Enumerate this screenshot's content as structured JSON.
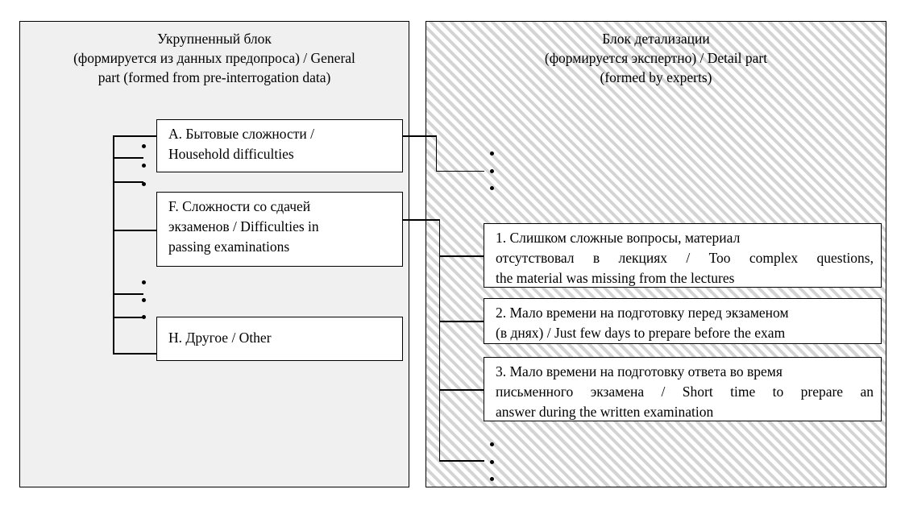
{
  "panels": {
    "general": {
      "title_lines": [
        "Укрупненный блок",
        "(формируется из данных предопроса) / General",
        "part (formed from pre-interrogation data)"
      ]
    },
    "detail": {
      "title_lines": [
        "Блок детализации",
        "(формируется экспертно) / Detail part",
        "(formed by experts)"
      ]
    }
  },
  "general_nodes": [
    {
      "id": "A",
      "lines": [
        "A. Бытовые сложности   /",
        "Household difficulties"
      ]
    },
    {
      "id": "F",
      "lines": [
        "F. Сложности со сдачей",
        "экзаменов / Difficulties in",
        "passing examinations"
      ]
    },
    {
      "id": "H",
      "lines": [
        "H. Другое / Other"
      ]
    }
  ],
  "detail_nodes": [
    {
      "id": "1",
      "lines": [
        "1.  Слишком сложные вопросы, материал",
        "отсутствовал в лекциях / Too complex questions,",
        "the material was missing from the lectures"
      ]
    },
    {
      "id": "2",
      "lines": [
        "2. Мало времени на подготовку перед экзаменом",
        "(в днях) / Just few days to prepare before the exam"
      ]
    },
    {
      "id": "3",
      "lines": [
        "3. Мало времени на подготовку ответа во время",
        "письменного экзамена / Short time to prepare an",
        "answer during the written examination"
      ]
    }
  ],
  "colors": {
    "general_panel_bg": "#f0f0f0",
    "hatch_stripe": "#d4d4d4",
    "box_bg": "#ffffff",
    "stroke": "#000000"
  }
}
